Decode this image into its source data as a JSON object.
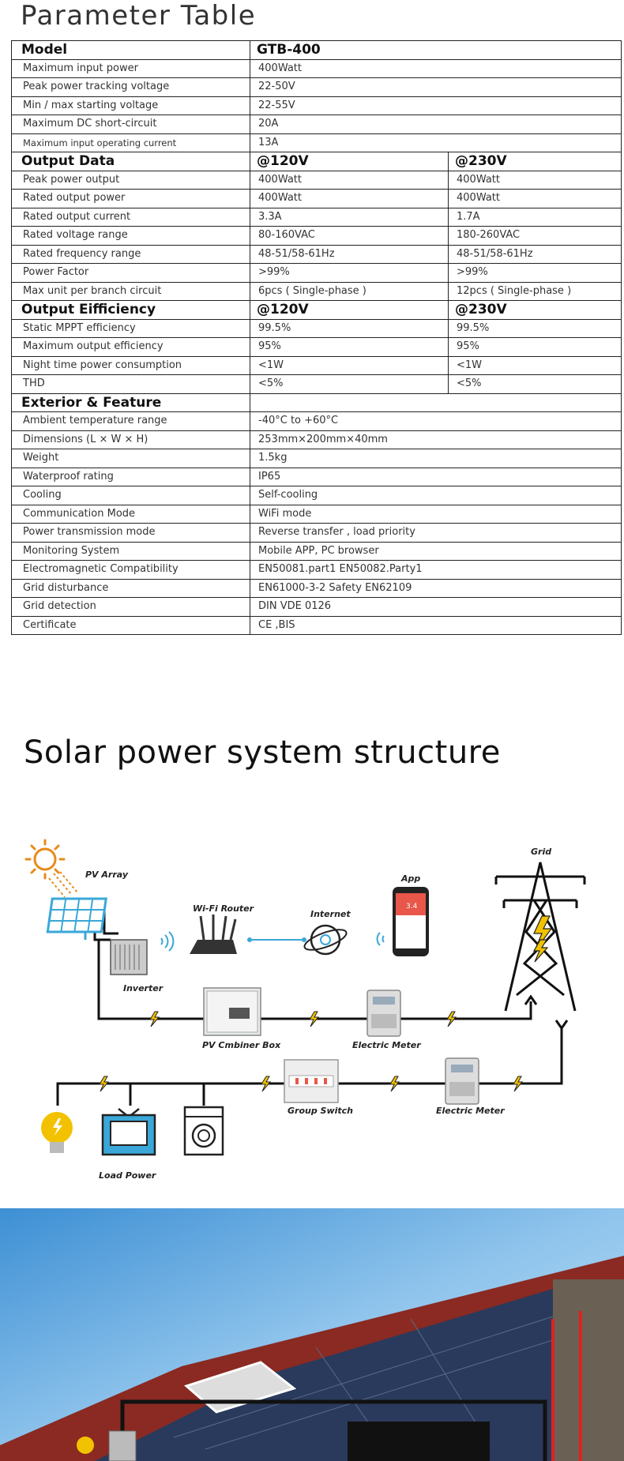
{
  "title": "Parameter Table",
  "table": [
    {
      "type": "header",
      "label": "Model",
      "values": [
        "GTB-400"
      ]
    },
    {
      "label": "Maximum input power",
      "values": [
        "400Watt"
      ]
    },
    {
      "label": "Peak power tracking voltage",
      "values": [
        "22-50V"
      ]
    },
    {
      "label": "Min / max starting voltage",
      "values": [
        "22-55V"
      ]
    },
    {
      "label": "Maximum DC short-circuit",
      "values": [
        "20A"
      ]
    },
    {
      "label": "Maximum input operating current",
      "values": [
        "13A"
      ],
      "small": true
    },
    {
      "type": "header",
      "label": "Output Data",
      "values": [
        "@120V",
        "@230V"
      ]
    },
    {
      "label": "Peak power output",
      "values": [
        "400Watt",
        "400Watt"
      ]
    },
    {
      "label": "Rated output power",
      "values": [
        "400Watt",
        "400Watt"
      ]
    },
    {
      "label": "Rated output current",
      "values": [
        "3.3A",
        "1.7A"
      ]
    },
    {
      "label": "Rated voltage range",
      "values": [
        "80-160VAC",
        "180-260VAC"
      ]
    },
    {
      "label": "Rated frequency range",
      "values": [
        "48-51/58-61Hz",
        "48-51/58-61Hz"
      ]
    },
    {
      "label": "Power Factor",
      "values": [
        ">99%",
        ">99%"
      ]
    },
    {
      "label": "Max unit per branch circuit",
      "values": [
        "6pcs ( Single-phase )",
        "12pcs ( Single-phase )"
      ]
    },
    {
      "type": "header",
      "label": "Output Eifficiency",
      "values": [
        "@120V",
        "@230V"
      ]
    },
    {
      "label": "Static MPPT efficiency",
      "values": [
        "99.5%",
        "99.5%"
      ]
    },
    {
      "label": "Maximum output efficiency",
      "values": [
        "95%",
        "95%"
      ]
    },
    {
      "label": "Night time power consumption",
      "values": [
        "<1W",
        "<1W"
      ]
    },
    {
      "label": "THD",
      "values": [
        "<5%",
        "<5%"
      ]
    },
    {
      "type": "header",
      "label": "Exterior & Feature",
      "values": [
        ""
      ]
    },
    {
      "label": "Ambient temperature range",
      "values": [
        "-40°C to +60°C"
      ]
    },
    {
      "label": "Dimensions (L × W × H)",
      "values": [
        "253mm×200mm×40mm"
      ]
    },
    {
      "label": "Weight",
      "values": [
        "1.5kg"
      ]
    },
    {
      "label": "Waterproof rating",
      "values": [
        "IP65"
      ]
    },
    {
      "label": "Cooling",
      "values": [
        "Self-cooling"
      ]
    },
    {
      "label": "Communication Mode",
      "values": [
        "WiFi mode"
      ]
    },
    {
      "label": "Power transmission mode",
      "values": [
        "Reverse transfer , load priority"
      ]
    },
    {
      "label": "Monitoring System",
      "values": [
        "Mobile APP, PC browser"
      ]
    },
    {
      "label": "Electromagnetic Compatibility",
      "values": [
        "EN50081.part1 EN50082.Party1"
      ]
    },
    {
      "label": "Grid disturbance",
      "values": [
        "EN61000-3-2 Safety EN62109"
      ]
    },
    {
      "label": "Grid detection",
      "values": [
        "DIN VDE 0126"
      ]
    },
    {
      "label": "Certificate",
      "values": [
        "CE ,BIS"
      ]
    }
  ],
  "section2": "Solar power system structure",
  "diagram": {
    "pv_array": "PV Array",
    "wifi_router": "Wi-Fi Router",
    "internet": "Internet",
    "app": "App",
    "app_screen": "3.4",
    "grid": "Grid",
    "inverter": "Inverter",
    "combiner_box": "PV Cmbiner Box",
    "electric_meter_1": "Electric Meter",
    "group_switch": "Group Switch",
    "electric_meter_2": "Electric Meter",
    "load_power": "Load Power"
  },
  "colors": {
    "accent": "#e88a1a",
    "panel": "#3aa7d8",
    "bolt": "#f2c200"
  }
}
